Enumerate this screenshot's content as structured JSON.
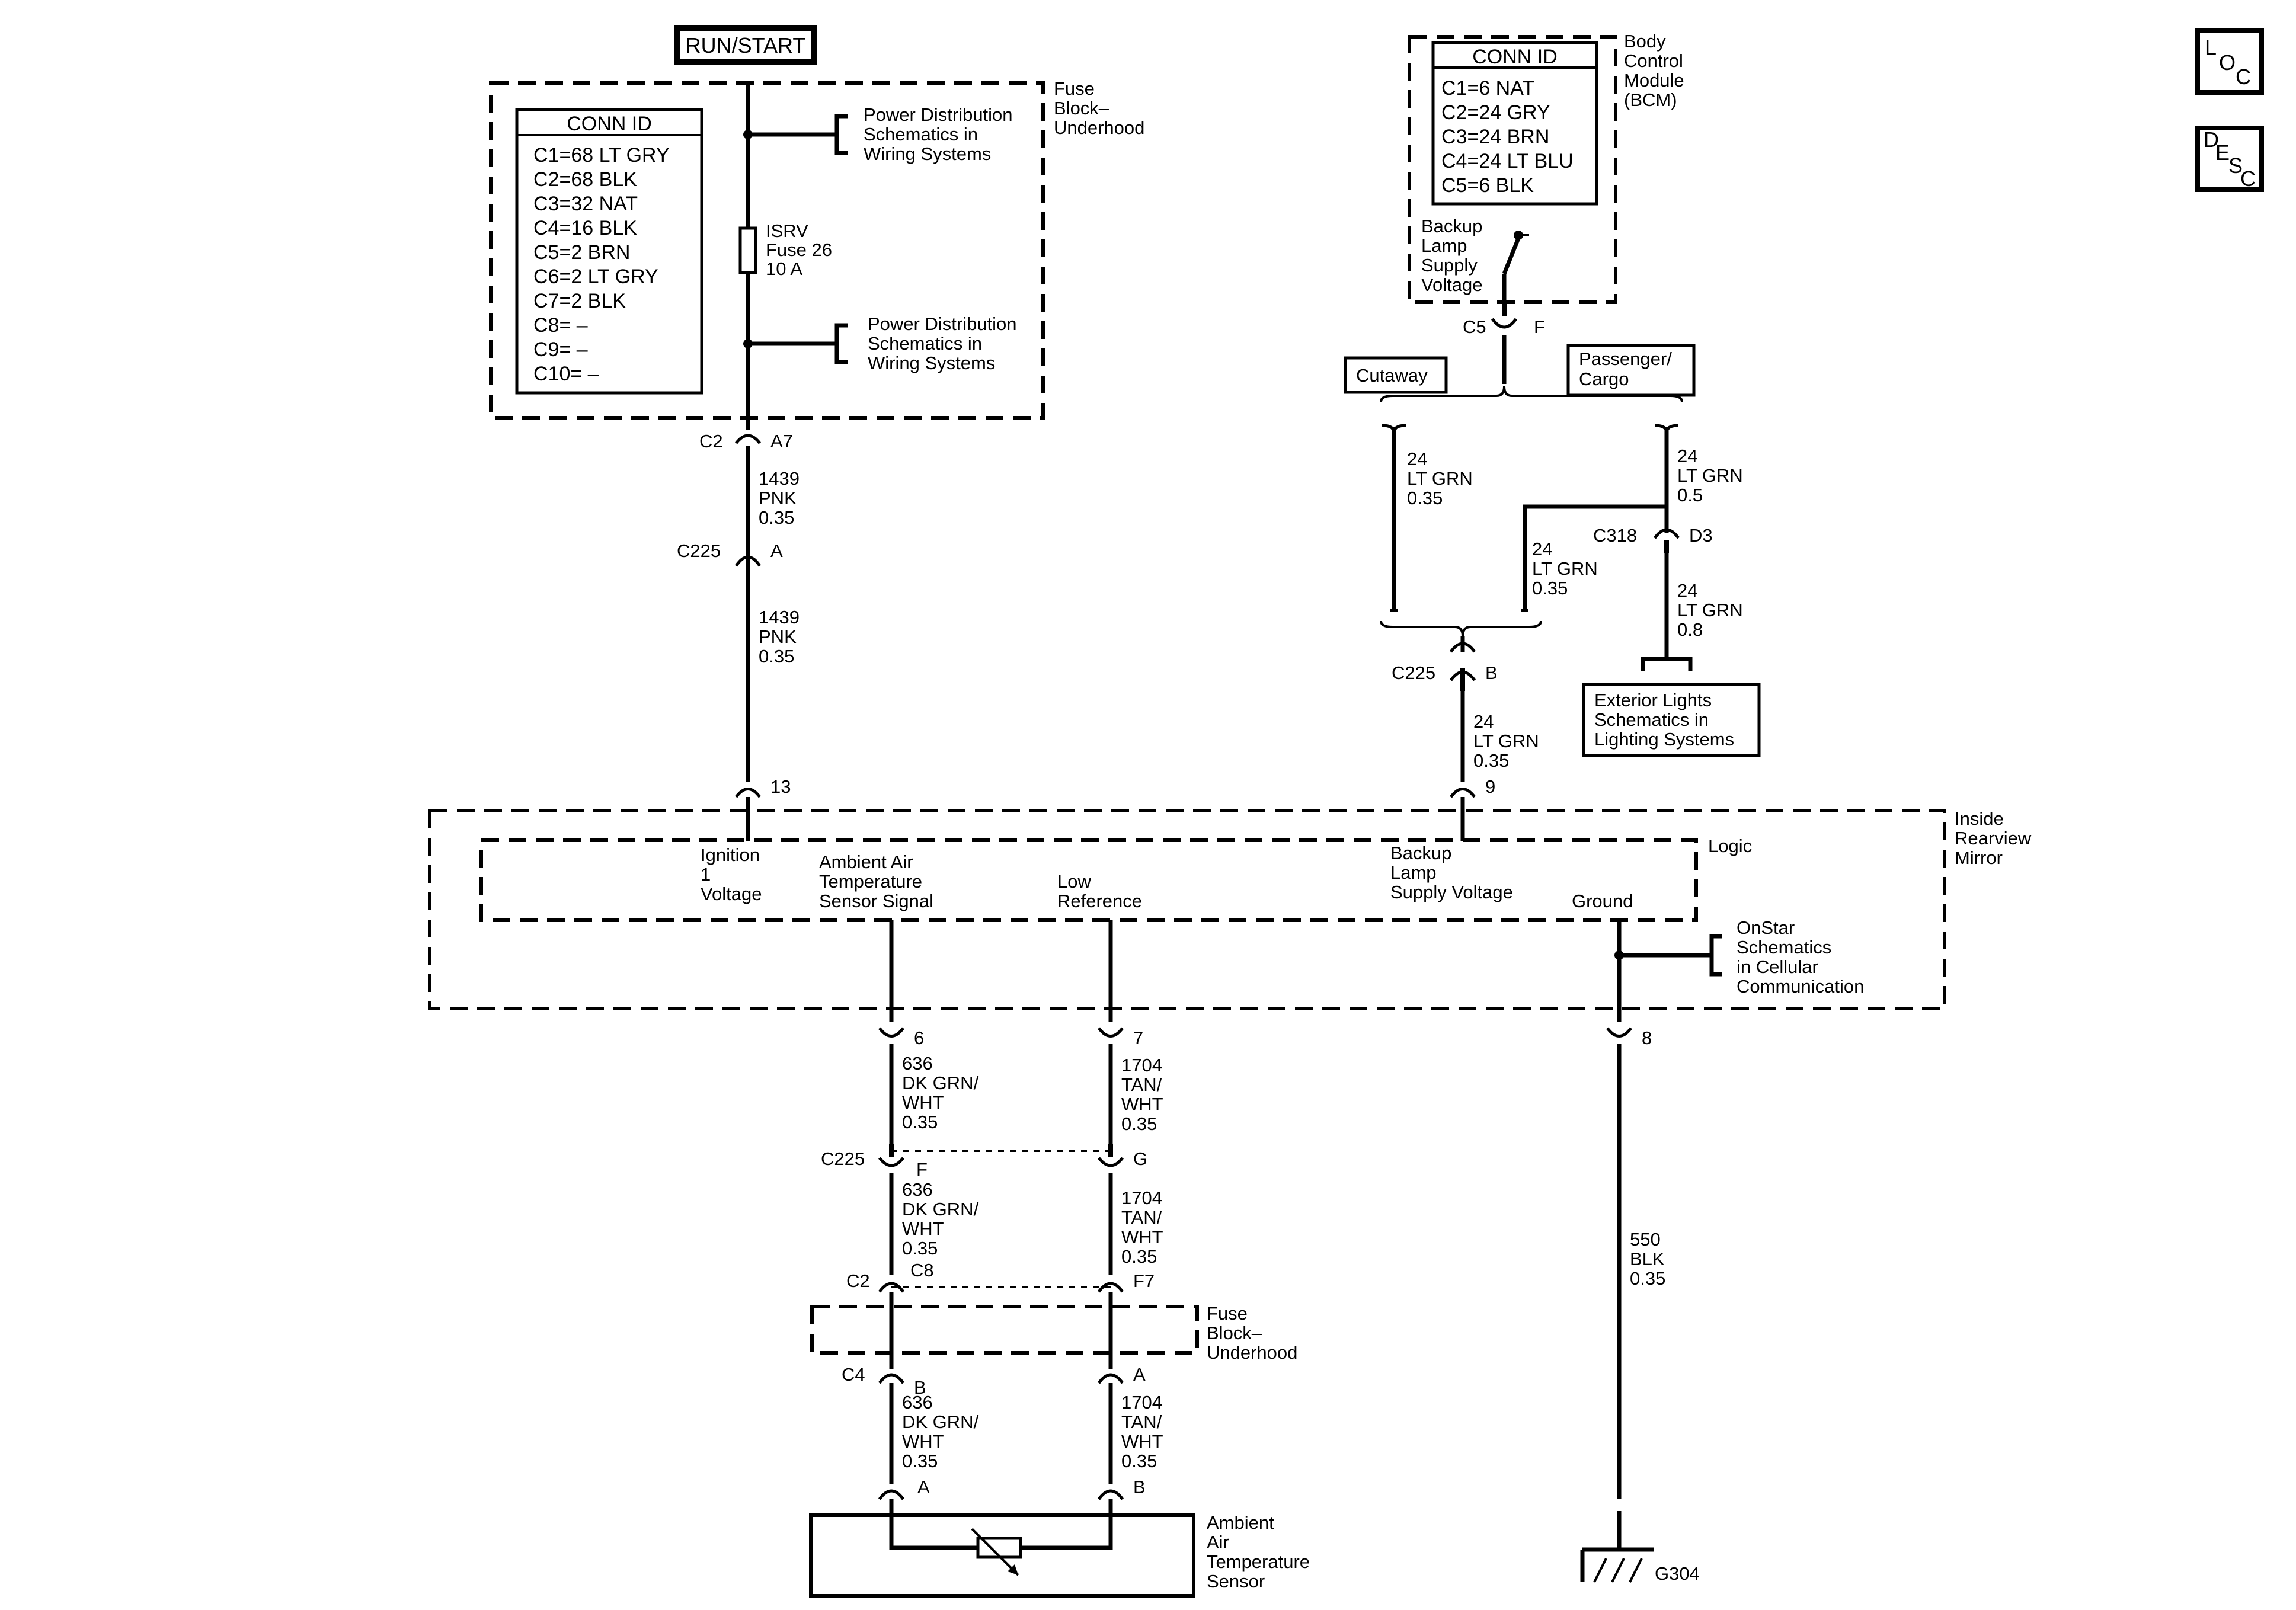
{
  "run_start": "RUN/START",
  "fuse_block": {
    "label": [
      "Fuse",
      "Block–",
      "Underhood"
    ],
    "conn_id_title": "CONN ID",
    "conn_ids": [
      "C1=68 LT GRY",
      "C2=68 BLK",
      "C3=32 NAT",
      "C4=16 BLK",
      "C5=2 BRN",
      "C6=2 LT GRY",
      "C7=2 BLK",
      "C8= –",
      "C9= –",
      "C10= –"
    ],
    "power_dist_1": [
      "Power Distribution",
      "Schematics in",
      "Wiring  Systems"
    ],
    "power_dist_2": [
      "Power Distribution",
      "Schematics in",
      "Wiring  Systems"
    ],
    "fuse": [
      "ISRV",
      "Fuse 26",
      "10 A"
    ]
  },
  "bcm": {
    "label": [
      "Body",
      "Control",
      "Module",
      "(BCM)"
    ],
    "conn_id_title": "CONN ID",
    "conn_ids": [
      "C1=6 NAT",
      "C2=24 GRY",
      "C3=24 BRN",
      "C4=24 LT BLU",
      "C5=6 BLK"
    ],
    "switch_label": [
      "Backup",
      "Lamp",
      "Supply",
      "Voltage"
    ]
  },
  "loc_icon": [
    "L",
    "O",
    "C"
  ],
  "desc_icon": [
    "D",
    "E",
    "S",
    "C"
  ],
  "connectors": {
    "c2_a7": [
      "C2",
      "A7"
    ],
    "c225_a": [
      "C225",
      "A"
    ],
    "pin13": "13",
    "c5_f": [
      "C5",
      "F"
    ],
    "c318_d3": [
      "C318",
      "D3"
    ],
    "c225_b": [
      "C225",
      "B"
    ],
    "pin9": "9",
    "pin6": "6",
    "pin7": "7",
    "pin8": "8",
    "c225_f": [
      "C225",
      "F"
    ],
    "c225_g": "G",
    "c2_c8": [
      "C2",
      "C8"
    ],
    "c2_f7": "F7",
    "c4_b": [
      "C4",
      "B"
    ],
    "c4_a": "A",
    "sensor_a": "A",
    "sensor_b": "B"
  },
  "wires": {
    "pnk_upper": [
      "1439",
      "PNK",
      "0.35"
    ],
    "pnk_lower": [
      "1439",
      "PNK",
      "0.35"
    ],
    "ltgrn_left": [
      "24",
      "LT GRN",
      "0.35"
    ],
    "ltgrn_right_top": [
      "24",
      "LT GRN",
      "0.5"
    ],
    "ltgrn_loop": [
      "24",
      "LT GRN",
      "0.35"
    ],
    "ltgrn_ext": [
      "24",
      "LT GRN",
      "0.8"
    ],
    "ltgrn_mirror": [
      "24",
      "LT GRN",
      "0.35"
    ],
    "dkgrn_1": [
      "636",
      "DK GRN/",
      "WHT",
      "0.35"
    ],
    "dkgrn_2": [
      "636",
      "DK GRN/",
      "WHT",
      "0.35"
    ],
    "dkgrn_3": [
      "636",
      "DK GRN/",
      "WHT",
      "0.35"
    ],
    "tan_1": [
      "1704",
      "TAN/",
      "WHT",
      "0.35"
    ],
    "tan_2": [
      "1704",
      "TAN/",
      "WHT",
      "0.35"
    ],
    "tan_3": [
      "1704",
      "TAN/",
      "WHT",
      "0.35"
    ],
    "blk": [
      "550",
      "BLK",
      "0.35"
    ]
  },
  "options": {
    "cutaway": "Cutaway",
    "passenger": [
      "Passenger/",
      "Cargo"
    ]
  },
  "exterior_lights": [
    "Exterior Lights",
    "Schematics in",
    "Lighting Systems"
  ],
  "mirror": {
    "label": [
      "Inside",
      "Rearview",
      "Mirror"
    ],
    "logic": "Logic",
    "ignition": [
      "Ignition",
      "1",
      "Voltage"
    ],
    "aat_signal": [
      "Ambient Air",
      "Temperature",
      "Sensor Signal"
    ],
    "low_ref": [
      "Low",
      "Reference"
    ],
    "backup": [
      "Backup",
      "Lamp",
      "Supply Voltage"
    ],
    "ground": "Ground",
    "onstar": [
      "OnStar",
      "Schematics",
      "in Cellular",
      "Communication"
    ]
  },
  "fuse_block_lower": [
    "Fuse",
    "Block–",
    "Underhood"
  ],
  "sensor": [
    "Ambient",
    "Air",
    "Temperature",
    "Sensor"
  ],
  "ground_label": "G304"
}
